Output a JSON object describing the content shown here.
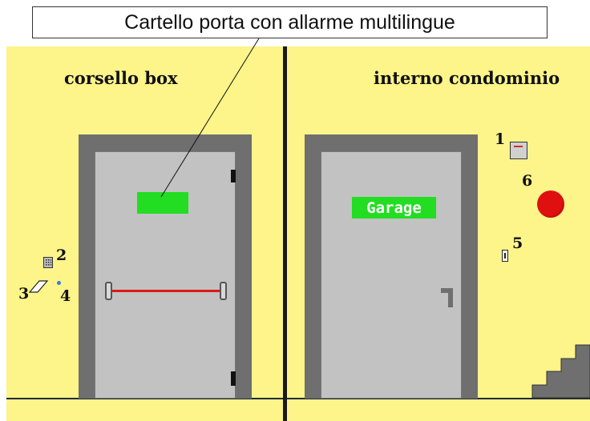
{
  "callout": {
    "text": "Cartello porta con allarme multilingue"
  },
  "panels": {
    "left": {
      "title": "corsello box"
    },
    "right": {
      "title": "interno condominio"
    }
  },
  "door_right": {
    "sign_text": "Garage"
  },
  "markers": [
    "1",
    "2",
    "3",
    "4",
    "5",
    "6"
  ],
  "colors": {
    "wall": "#fdf48a",
    "frame": "#6f6f6f",
    "door": "#c2c2c2",
    "sign": "#22dd22",
    "panic_bar": "#e01818",
    "alarm_button": "#e01010",
    "sensor_dot": "#3a7bd5"
  }
}
